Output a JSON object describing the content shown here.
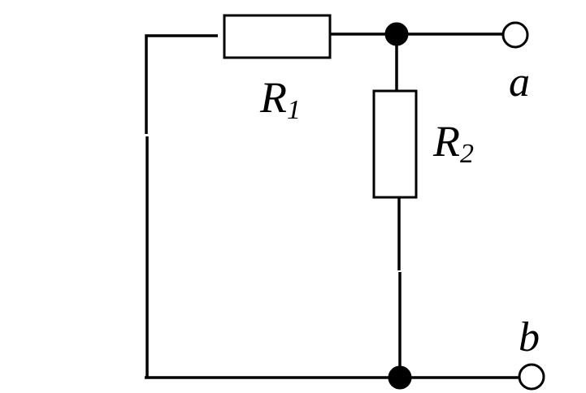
{
  "diagram": {
    "components": [
      {
        "id": "R1",
        "letter": "R",
        "subscript": "1"
      },
      {
        "id": "R2",
        "letter": "R",
        "subscript": "2"
      }
    ],
    "terminals": [
      {
        "id": "a",
        "label": "a"
      },
      {
        "id": "b",
        "label": "b"
      }
    ]
  }
}
